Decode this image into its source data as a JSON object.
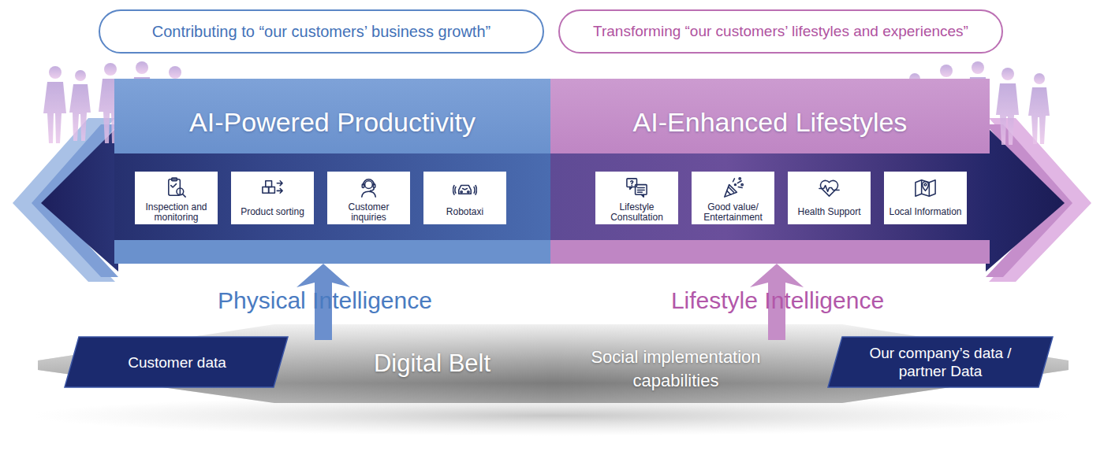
{
  "diagram": {
    "nodes": [
      {
        "text": [
          "Contributing to “our customers’ business growth”"
        ]
      },
      {
        "text": [
          "Transforming “our customers’ lifestyles and experiences”"
        ]
      },
      {
        "text": [
          "AI-Powered Productivity"
        ]
      },
      {
        "text": [
          "Inspection and monitoring"
        ],
        "in": 2
      },
      {
        "text": [
          "Product sorting"
        ],
        "in": 2
      },
      {
        "text": [
          "Customer inquiries"
        ],
        "in": 2
      },
      {
        "text": [
          "Robotaxi"
        ],
        "in": 2
      },
      {
        "text": [
          "AI-Enhanced Lifestyles"
        ]
      },
      {
        "text": [
          "Lifestyle Consultation"
        ],
        "in": 7
      },
      {
        "text": [
          "Good value/ Entertainment"
        ],
        "in": 7
      },
      {
        "text": [
          "Health Support"
        ],
        "in": 7
      },
      {
        "text": [
          "Local Information"
        ],
        "in": 7
      },
      {
        "text": [
          "Digital Belt",
          "Social implementation capabilities"
        ]
      },
      {
        "text": [
          "Customer data"
        ],
        "in": 12
      },
      {
        "text": [
          "Our company’s data / partner Data"
        ],
        "in": 12
      }
    ],
    "edges": [
      {
        "from": 12,
        "to": 2,
        "arrow": "to"
      },
      {
        "from": 12,
        "to": 7,
        "arrow": "to"
      }
    ],
    "labels": [
      "Physical Intelligence",
      "Lifestyle Intelligence"
    ]
  }
}
